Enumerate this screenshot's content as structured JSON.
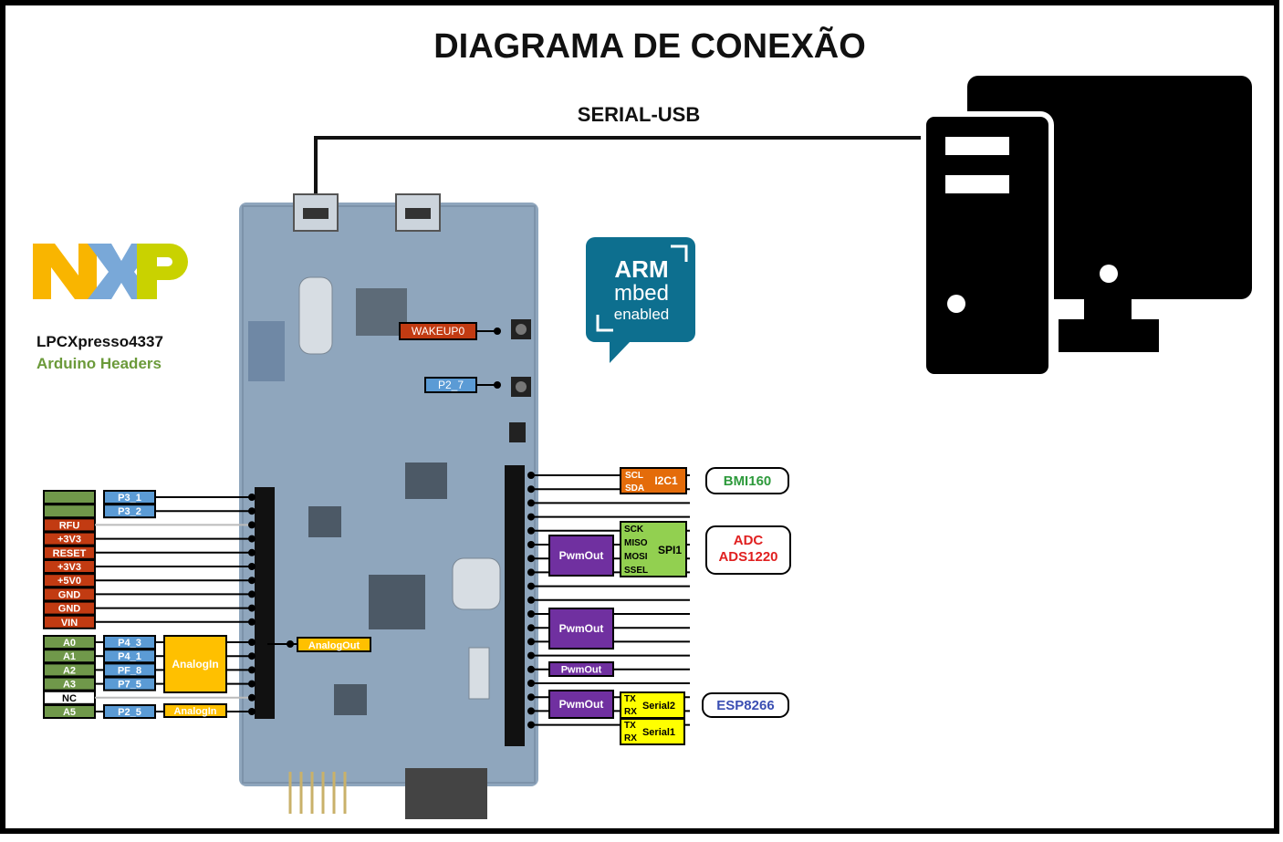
{
  "title": "DIAGRAMA DE CONEXÃO",
  "link_label": "SERIAL-USB",
  "brand": {
    "logo": "NXP",
    "board": "LPCXpresso4337",
    "subtitle": "Arduino Headers",
    "badge_line1": "ARM",
    "badge_line2": "mbed",
    "badge_line3": "enabled"
  },
  "colors": {
    "frame": "#000000",
    "board": "#8fa6bd",
    "header_green": "#70984a",
    "power_red": "#c23b12",
    "pin_blue": "#5b9bd5",
    "analog_yellow": "#ffc000",
    "pwm_purple": "#7030a0",
    "spi_green": "#92d050",
    "i2c_orange": "#e46c0a",
    "serial_yellow": "#ffff00",
    "arm_badge": "#0d6f8f",
    "bmi_text": "#2e9a3c",
    "adc_text": "#e02020",
    "esp_text": "#3b4fb3"
  },
  "on_board": {
    "wakeup": "WAKEUP0",
    "isp_pin": "P2_7",
    "analog_out": "AnalogOut"
  },
  "left_header": {
    "top_rows": [
      {
        "label": "",
        "pin": "P3_1"
      },
      {
        "label": "",
        "pin": "P3_2"
      }
    ],
    "power_rows": [
      "RFU",
      "+3V3",
      "RESET",
      "+3V3",
      "+5V0",
      "GND",
      "GND",
      "VIN"
    ],
    "analog_rows": [
      {
        "label": "A0",
        "pin": "P4_3"
      },
      {
        "label": "A1",
        "pin": "P4_1"
      },
      {
        "label": "A2",
        "pin": "PF_8"
      },
      {
        "label": "A3",
        "pin": "P7_5"
      },
      {
        "label": "NC",
        "pin": ""
      },
      {
        "label": "A5",
        "pin": "P2_5"
      }
    ],
    "analog_in_group": "AnalogIn",
    "analog_in_single": "AnalogIn"
  },
  "right_header": {
    "i2c": {
      "name": "I2C1",
      "pins": [
        "SCL",
        "SDA"
      ],
      "device": "BMI160"
    },
    "spi": {
      "name": "SPI1",
      "pins": [
        "SCK",
        "MISO",
        "MOSI",
        "SSEL"
      ],
      "device_line1": "ADC",
      "device_line2": "ADS1220",
      "pwm": "PwmOut"
    },
    "pwm_blocks": [
      "PwmOut",
      "PwmOut",
      "PwmOut"
    ],
    "serial2": {
      "name": "Serial2",
      "pins": [
        "TX",
        "RX"
      ],
      "device": "ESP8266"
    },
    "serial1": {
      "name": "Serial1",
      "pins": [
        "TX",
        "RX"
      ]
    }
  },
  "icons": {
    "computer": "desktop-computer-icon",
    "tower": "pc-tower-icon",
    "usb": "usb-connector-icon"
  }
}
